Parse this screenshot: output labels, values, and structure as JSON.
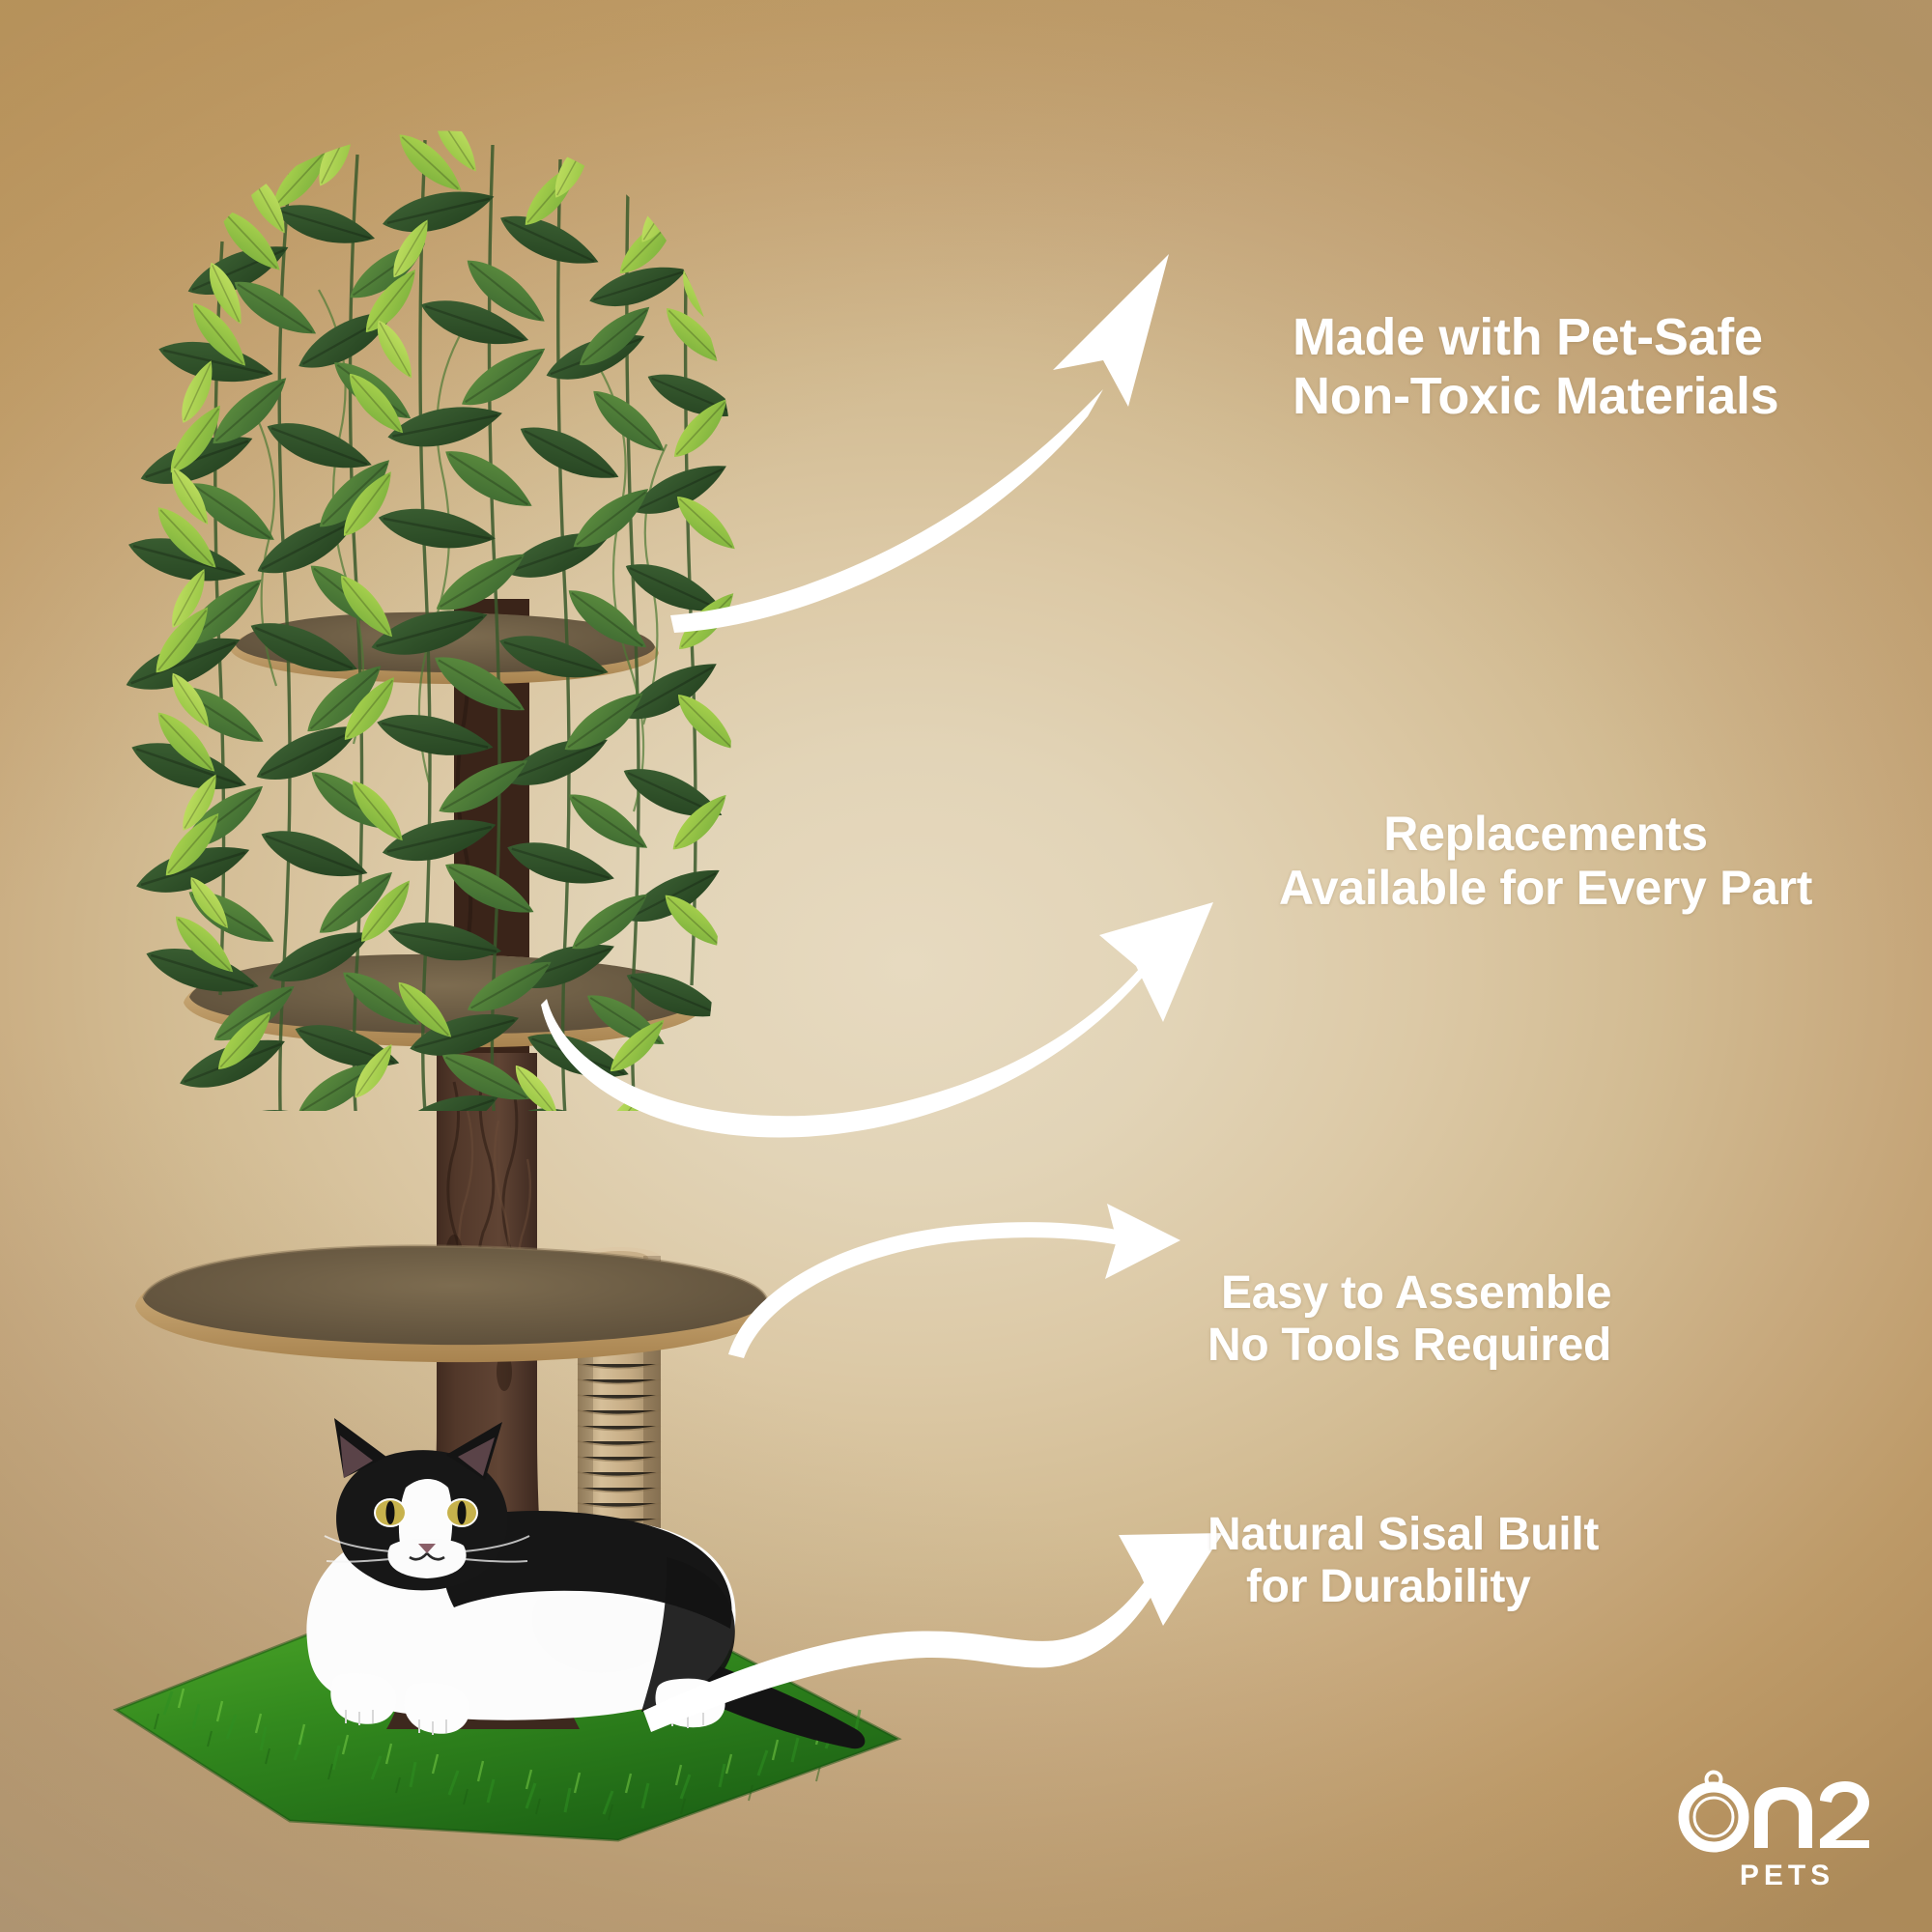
{
  "background": {
    "center_color": "#e7dac0",
    "edge_color": "#b4905e",
    "corner_top_left": "#bd9a62",
    "corner_bottom_right": "#bfab94"
  },
  "brand": {
    "name_line1": "On2",
    "name_line2": "PETS",
    "logo_mark": "pet-id-tag-icon",
    "color": "#ffffff"
  },
  "callouts": [
    {
      "id": "pet-safe",
      "line1": "Made with Pet-Safe",
      "line2": "Non-Toxic Materials",
      "align": "left",
      "arrow": "curved-up-right-arrow"
    },
    {
      "id": "replacements",
      "line1": "Replacements",
      "line2": "Available for Every Part",
      "align": "center",
      "arrow": "curved-up-right-arrow"
    },
    {
      "id": "easy-assemble",
      "line1": "Easy to Assemble",
      "line2": "No Tools Required",
      "align": "left",
      "arrow": "curved-right-arrow"
    },
    {
      "id": "sisal-durability",
      "line1": "Natural Sisal Built",
      "line2": "for Durability",
      "align": "left",
      "arrow": "s-curve-up-right-arrow"
    }
  ],
  "product": {
    "name": "cat-tree",
    "parts": [
      {
        "name": "foliage-canopy",
        "color_dark": "#2f4a2c",
        "color_mid": "#4f7a3a",
        "color_light": "#9ec94a"
      },
      {
        "name": "top-shelf",
        "color_edge": "#c9a46d",
        "color_carpet": "#6f6048"
      },
      {
        "name": "middle-shelf",
        "color_edge": "#c9a46d",
        "color_carpet": "#6f6048"
      },
      {
        "name": "bottom-shelf",
        "color_edge": "#cdab74",
        "color_carpet": "#6b5c45"
      },
      {
        "name": "tree-trunk",
        "color": "#4a3227"
      },
      {
        "name": "sisal-scratching-post",
        "color": "#c2a882"
      },
      {
        "name": "grass-base",
        "color_dark": "#1f6b1c",
        "color_light": "#56b52c"
      },
      {
        "name": "cat",
        "fur_black": "#191919",
        "fur_white": "#fdfdfd",
        "eye_color": "#c9b44a"
      }
    ]
  }
}
